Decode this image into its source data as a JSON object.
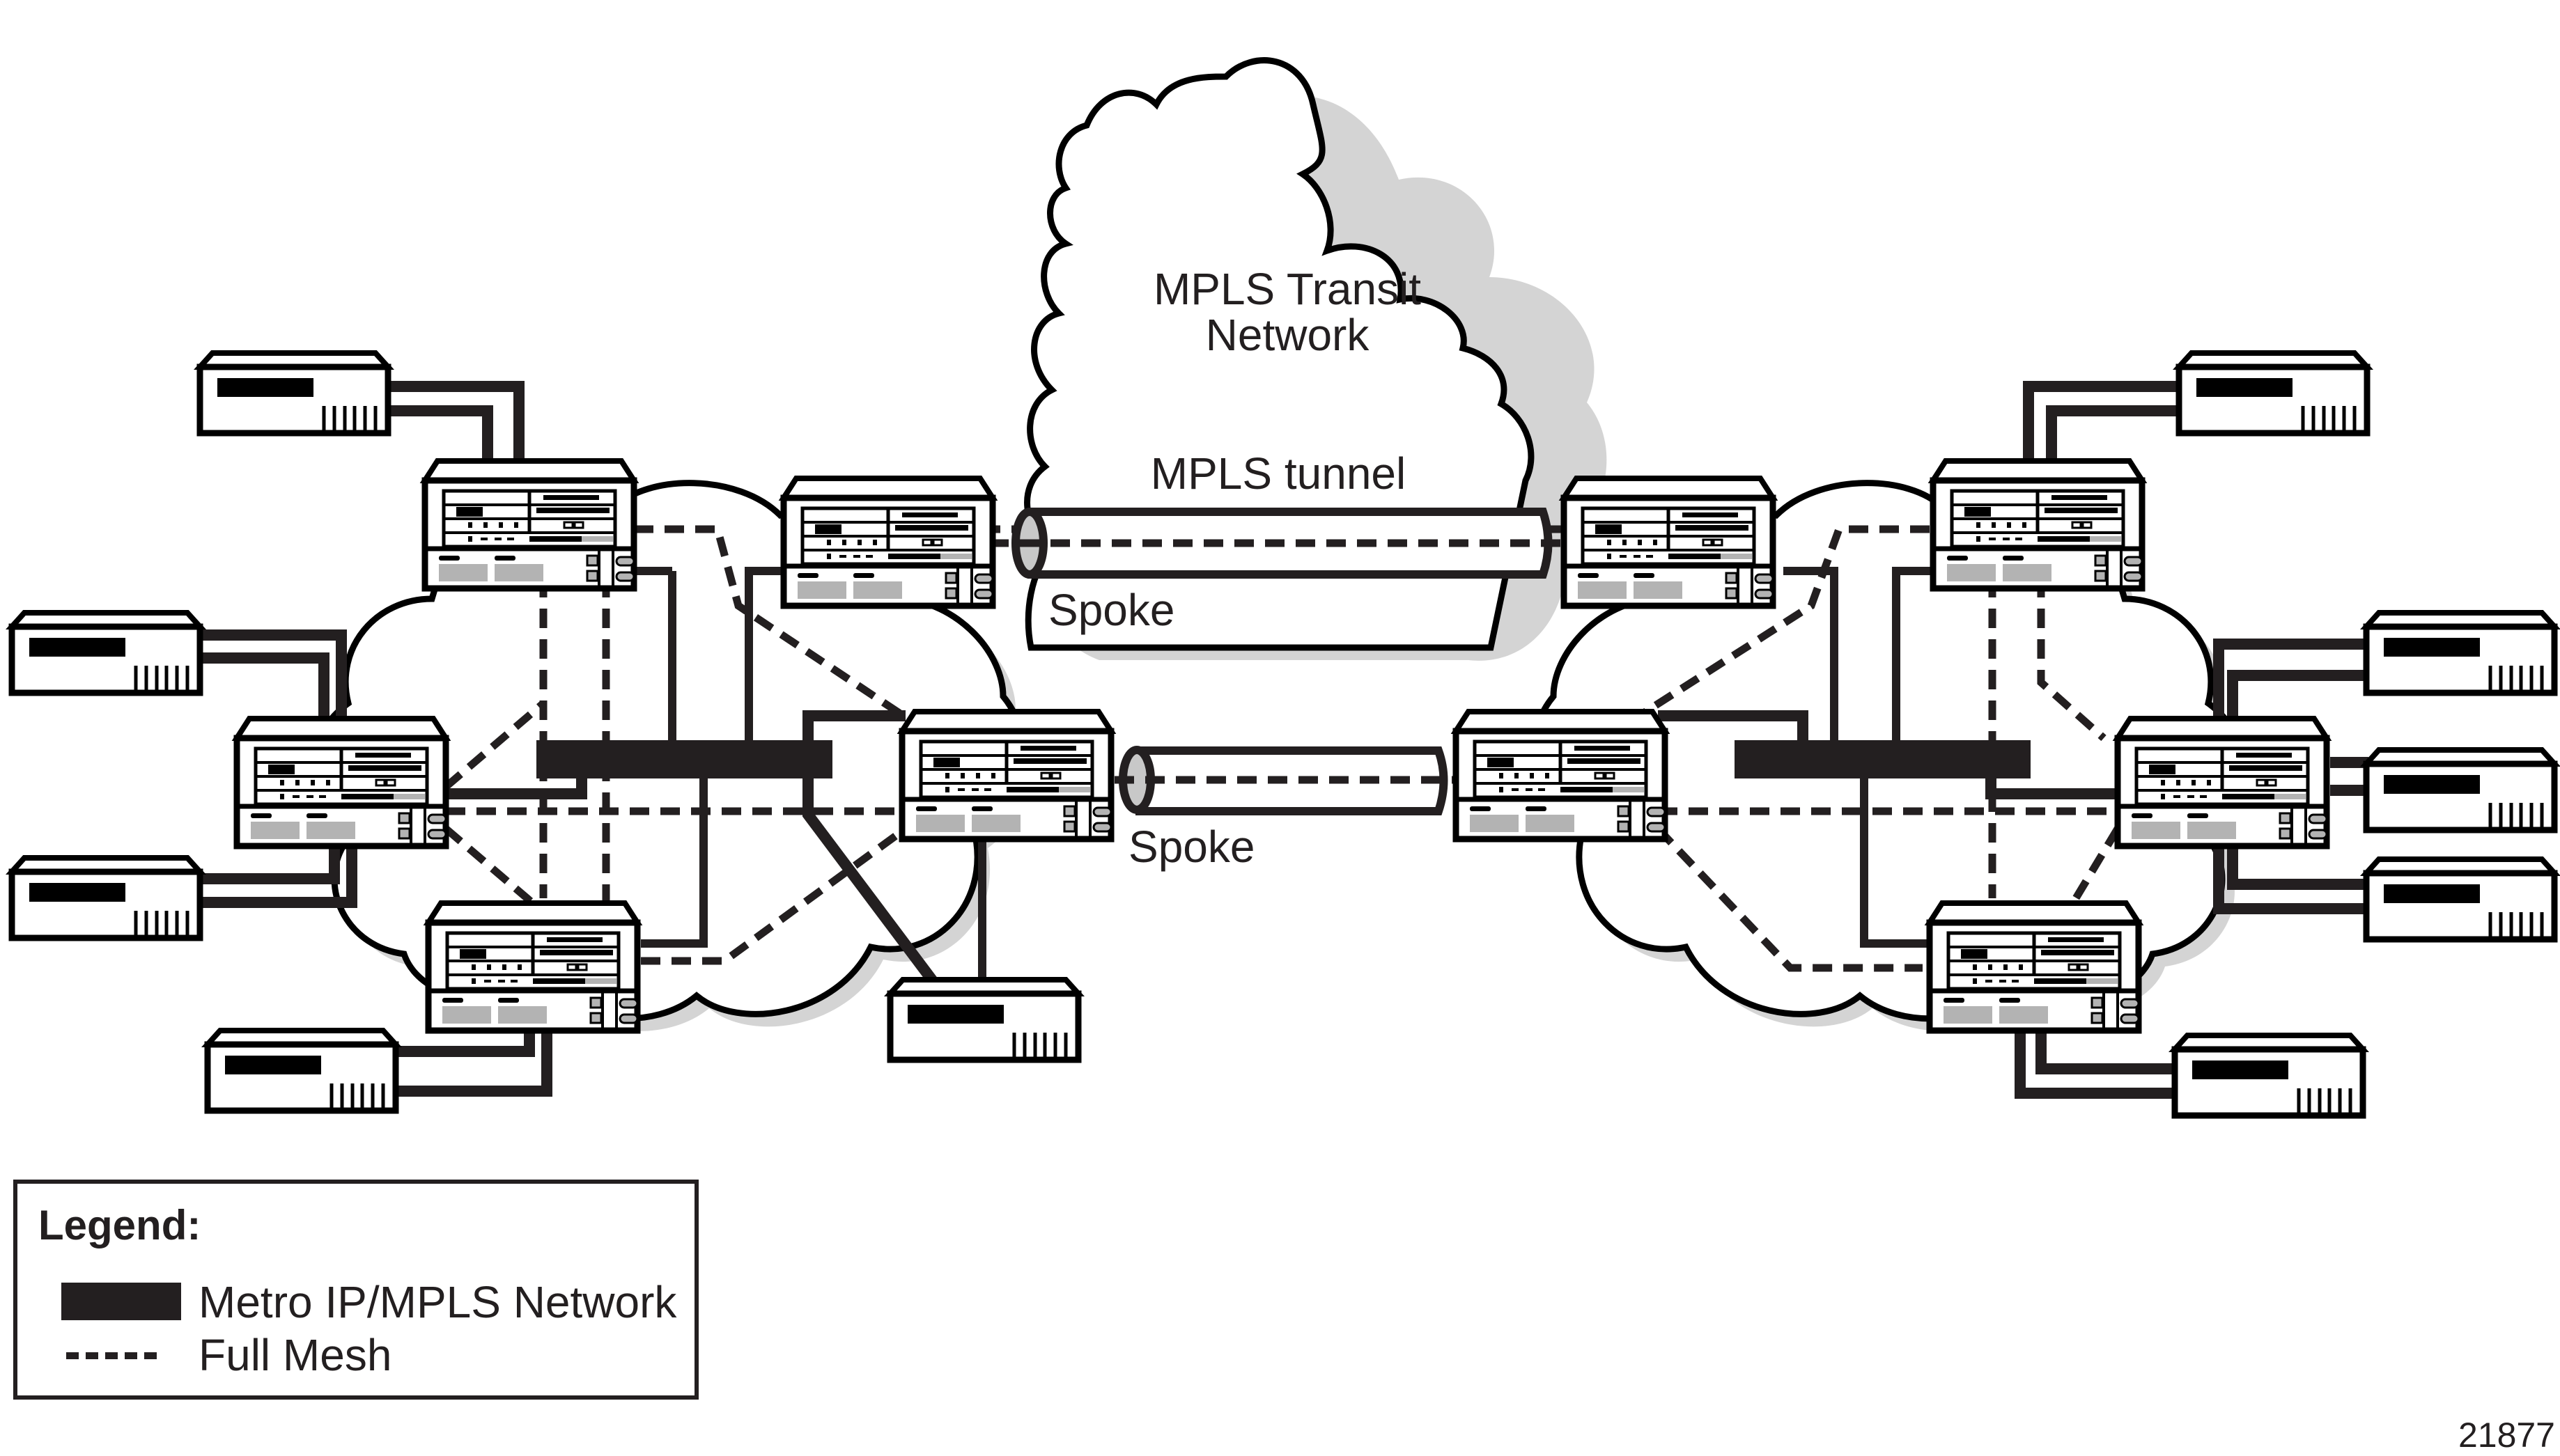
{
  "diagram": {
    "title": "MPLS Transit\nNetwork",
    "transit_cloud_label_line1": "MPLS Transit",
    "transit_cloud_label_line2": "Network",
    "tunnel_label": "MPLS tunnel",
    "spoke_labels": [
      "Spoke",
      "Spoke"
    ],
    "figure_id": "21877",
    "colors": {
      "line": "#231f20",
      "shadow": "#d4d4d4",
      "device_panel_gray": "#b3b3b3",
      "background": "#ffffff"
    },
    "left_site": {
      "pe_routers": [
        "pe-left-top",
        "pe-left-mid",
        "pe-left-bottom",
        "pe-left-spoke-upper",
        "pe-left-spoke-lower"
      ],
      "ce_devices": [
        "ce-left-1",
        "ce-left-2",
        "ce-left-3",
        "ce-left-4",
        "ce-left-5"
      ],
      "metro_network": "Metro IP/MPLS Network"
    },
    "right_site": {
      "pe_routers": [
        "pe-right-top",
        "pe-right-mid",
        "pe-right-bottom",
        "pe-right-spoke-upper",
        "pe-right-spoke-lower"
      ],
      "ce_devices": [
        "ce-right-1",
        "ce-right-2",
        "ce-right-3",
        "ce-right-4",
        "ce-right-5"
      ],
      "metro_network": "Metro IP/MPLS Network"
    },
    "tunnels": [
      {
        "label": "MPLS tunnel",
        "spoke_label": "Spoke"
      },
      {
        "label": "",
        "spoke_label": "Spoke"
      }
    ]
  },
  "legend": {
    "title": "Legend:",
    "items": [
      {
        "symbol": "solid-bar",
        "label": "Metro IP/MPLS Network"
      },
      {
        "symbol": "dashed-line",
        "label": "Full Mesh"
      }
    ]
  }
}
